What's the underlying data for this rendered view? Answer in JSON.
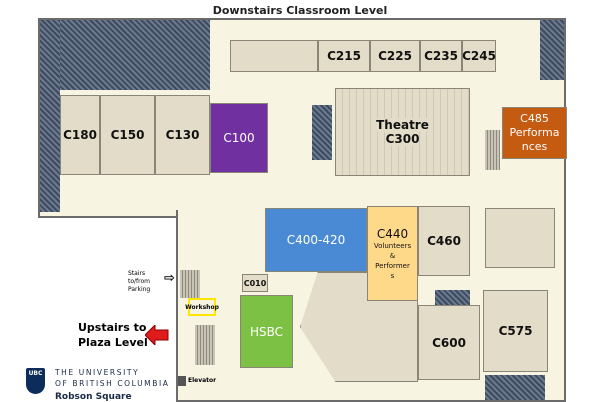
{
  "title": "Downstairs Classroom Level",
  "rooms": {
    "c180": "C180",
    "c150": "C150",
    "c130": "C130",
    "c100": "C100",
    "c215": "C215",
    "c225": "C225",
    "c235": "C235",
    "c245": "C245",
    "theatre_name": "Theatre",
    "theatre_num": "C300",
    "c485_num": "C485",
    "c485_line1": "Performa",
    "c485_line2": "nces",
    "c400": "C400-420",
    "c440_num": "C440",
    "c440_line1": "Volunteers",
    "c440_line2": "&",
    "c440_line3": "Performer",
    "c440_line4": "s",
    "c460": "C460",
    "c010": "C010",
    "hsbc": "HSBC",
    "c600": "C600",
    "c575": "C575"
  },
  "labels": {
    "stairs": "Stairs to/from Parking",
    "workshop": "Workshop",
    "upstairs_line1": "Upstairs to",
    "upstairs_line2": "Plaza Level",
    "elevator": "Elevator"
  },
  "logo": {
    "badge": "UBC",
    "line1": "THE UNIVERSITY",
    "line2": "OF BRITISH COLUMBIA",
    "sub": "Robson Square"
  },
  "colors": {
    "c100": "#7030a0",
    "c485": "#c55a11",
    "c400": "#4a8ad4",
    "c440": "#ffd98a",
    "hsbc": "#7cc143",
    "workshop": "#ffe600",
    "arrow": "#e01b1b"
  }
}
